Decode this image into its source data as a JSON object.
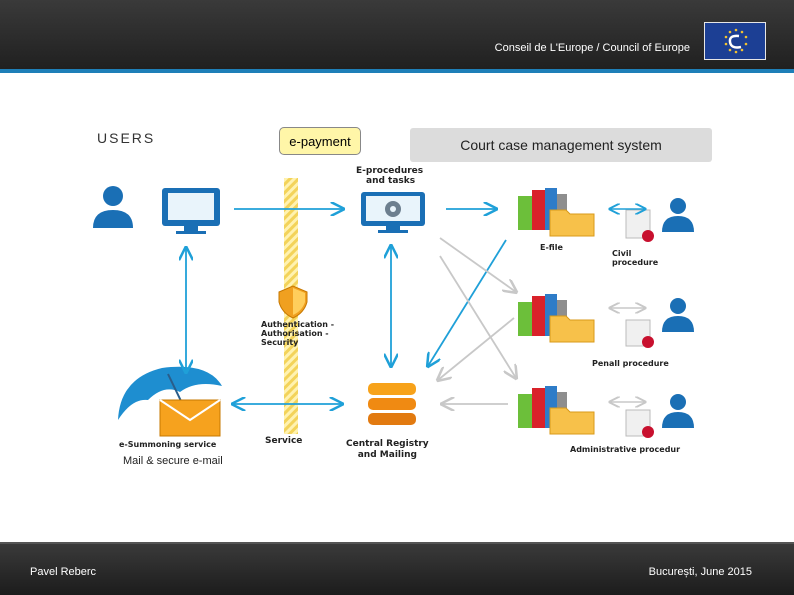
{
  "header": {
    "org_title": "Conseil de L'Europe / Council of Europe"
  },
  "footer": {
    "author": "Pavel Reberc",
    "location_date": "București, June 2015"
  },
  "diagram": {
    "users_label": "USERS",
    "epayment_label": "e-payment",
    "ccms_label": "Court case management system",
    "eprocedures_label_1": "E-procedures",
    "eprocedures_label_2": "and tasks",
    "auth_label_1": "Authentication -",
    "auth_label_2": "Authorisation -",
    "auth_label_3": "Security",
    "service_label": "Service",
    "registry_label_1": "Central Registry",
    "registry_label_2": "and Mailing",
    "esummoning_label": "e-Summoning service",
    "mail_label": "Mail & secure e-mail",
    "efile_label": "E-file",
    "civil_label_1": "Civil",
    "civil_label_2": "procedure",
    "penal_label": "Penall procedure",
    "admin_label": "Administrative procedur"
  },
  "colors": {
    "header_bg": "#2b2b2b",
    "accent_blue": "#1e7fb8",
    "arrow_blue": "#1fa0d8",
    "arrow_gray": "#c8c8c8",
    "epayment_bg": "#fff6a8",
    "ccms_bg": "#dcdcdc",
    "user_icon": "#1a6fb5",
    "hatch_yellow": "#f3d35a"
  }
}
